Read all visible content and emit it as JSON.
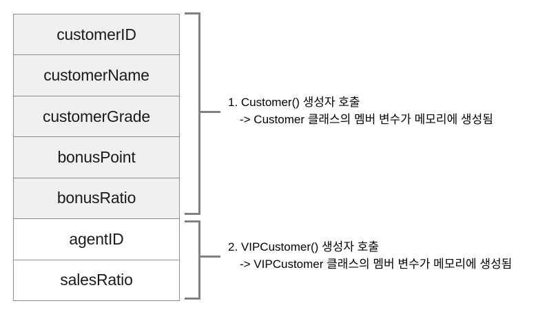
{
  "diagram": {
    "memory_table": {
      "rows": [
        {
          "label": "customerID",
          "group": "parent"
        },
        {
          "label": "customerName",
          "group": "parent"
        },
        {
          "label": "customerGrade",
          "group": "parent"
        },
        {
          "label": "bonusPoint",
          "group": "parent"
        },
        {
          "label": "bonusRatio",
          "group": "parent"
        },
        {
          "label": "agentID",
          "group": "child"
        },
        {
          "label": "salesRatio",
          "group": "child"
        }
      ]
    },
    "annotations": [
      {
        "id": "parent",
        "line1": "1. Customer() 생성자 호출",
        "line2": "-> Customer 클래스의 멤버 변수가 메모리에 생성됨"
      },
      {
        "id": "child",
        "line1": "2. VIPCustomer() 생성자 호출",
        "line2": "-> VIPCustomer 클래스의 멤버 변수가 메모리에 생성됨"
      }
    ],
    "colors": {
      "parent_fill": "#f0f0f0",
      "child_fill": "#ffffff",
      "border": "#8c8c8c",
      "bracket": "#808080",
      "text": "#1a1a1a",
      "annotation_text": "#000000",
      "background": "#ffffff"
    }
  }
}
